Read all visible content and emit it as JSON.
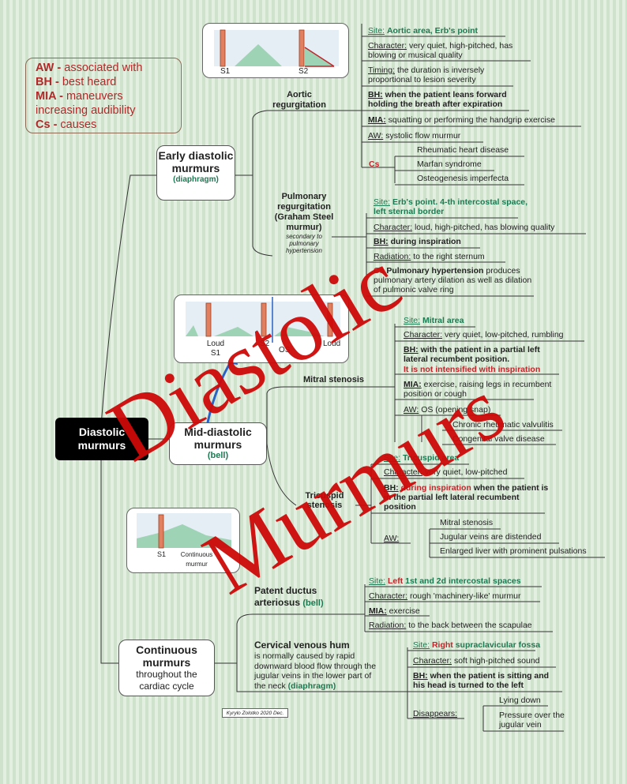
{
  "legend": [
    {
      "abbr": "AW - ",
      "text": "associated with"
    },
    {
      "abbr": "BH - ",
      "text": "best heard"
    },
    {
      "abbr": "MIA - ",
      "text": "maneuvers increasing audibility"
    },
    {
      "abbr": "Cs - ",
      "text": "causes"
    }
  ],
  "root": {
    "line1": "Diastolic",
    "line2": "murmurs"
  },
  "early": {
    "title": "Early diastolic murmurs",
    "sub": "(diaphragm)",
    "aortic": {
      "label": "Aortic regurgitation",
      "site_label": "Site:",
      "site_value": "Aortic area, Erb's point",
      "char_label": "Character:",
      "char_value": "very quiet, high-pitched, has blowing or musical quality",
      "timing_label": "Timing:",
      "timing_value": "the duration is inversely proportional to lesion severity",
      "bh_label": "BH:",
      "bh_value": "when the patient leans forward holding the breath after expiration",
      "mia_label": "MIA:",
      "mia_value": "squatting or performing the handgrip exercise",
      "aw_label": "AW:",
      "aw_value": "systolic flow murmur",
      "cs_label": "Cs",
      "causes": [
        "Rheumatic heart disease",
        "Marfan syndrome",
        "Osteogenesis imperfecta"
      ]
    },
    "pulmonary": {
      "label": "Pulmonary regurgitation (Graham Steel murmur)",
      "note": "secondary to pulmonary hypertension",
      "site_label": "Site:",
      "site_value": "Erb's point.  4-th intercostal space, left sternal border",
      "char_label": "Character:",
      "char_value": "loud, high-pitched, has blowing quality",
      "bh_label": "BH:",
      "bh_value": "during inspiration",
      "rad_label": "Radiation:",
      "rad_value": "to the right sternum",
      "cs_label": "Cs",
      "cs_bold": "Pulmonary hypertension",
      "cs_rest": "produces pulmonary artery dilation as well as dilation of pulmonic valve ring"
    },
    "wave": {
      "s1": "S1",
      "s2": "S2"
    }
  },
  "mid": {
    "title": "Mid-diastolic murmurs",
    "sub": "(bell)",
    "wave": {
      "loud_s1": "Loud S1",
      "s2": "S2",
      "os": "OS",
      "loud": "Loud"
    },
    "mitral": {
      "label": "Mitral stenosis",
      "site_label": "Site:",
      "site_value": "Mitral area",
      "char_label": "Character:",
      "char_value": "very quiet, low-pitched, rumbling",
      "bh_label": "BH:",
      "bh_value": "with the patient in a partial left lateral recumbent position.",
      "bh_note": "It is not intensified with inspiration",
      "mia_label": "MIA:",
      "mia_value": "exercise, raising legs in recumbent position or cough",
      "aw_label": "AW:",
      "aw_value": "OS (opening snap)",
      "causes": [
        "Chronic rheumatic valvulitis",
        "Congenital valve disease"
      ]
    },
    "tricuspid": {
      "label": "Tricuspid stenosis",
      "site_label": "Site:",
      "site_value": "Tricuspid area",
      "char_label": "Character:",
      "char_value": "very quiet, low-pitched",
      "bh_label": "BH:",
      "bh_red": "during inspiration",
      "bh_rest": "when the patient is in the partial left lateral recumbent position",
      "aw_label": "AW:",
      "aw_items": [
        "Mitral stenosis",
        "Jugular veins are distended",
        "Enlarged liver with prominent pulsations"
      ]
    }
  },
  "continuous": {
    "title": "Continuous murmurs",
    "sub": "throughout the cardiac cycle",
    "wave": {
      "s1": "S1",
      "label": "Continuous murmur"
    },
    "pda": {
      "label": "Patent ductus arteriosus",
      "label_sub": "(bell)",
      "site_label": "Site:",
      "site_red": "Left",
      "site_value": "1st and 2d intercostal spaces",
      "char_label": "Character:",
      "char_value": "rough 'machinery-like' murmur",
      "mia_label": "MIA:",
      "mia_value": "exercise",
      "rad_label": "Radiation:",
      "rad_value": "to the back between the scapulae"
    },
    "cvh": {
      "label": "Cervical venous hum",
      "desc": "is normally caused by rapid downward blood flow through the jugular veins in the lower part of the neck",
      "desc_sub": "(diaphragm)",
      "site_label": "Site:",
      "site_red": "Right",
      "site_value": "supraclavicular fossa",
      "char_label": "Character:",
      "char_value": "soft high-pitched sound",
      "bh_label": "BH:",
      "bh_value": "when the patient is sitting and his head is turned to the left",
      "dis_label": "Disappears:",
      "dis_items": [
        "Lying down",
        "Pressure over the jugular vein"
      ]
    }
  },
  "credit": "Kyrylo Zolotko 2020 Dec.",
  "watermark": {
    "line1": "Diastolic",
    "line2": "Murmurs"
  }
}
